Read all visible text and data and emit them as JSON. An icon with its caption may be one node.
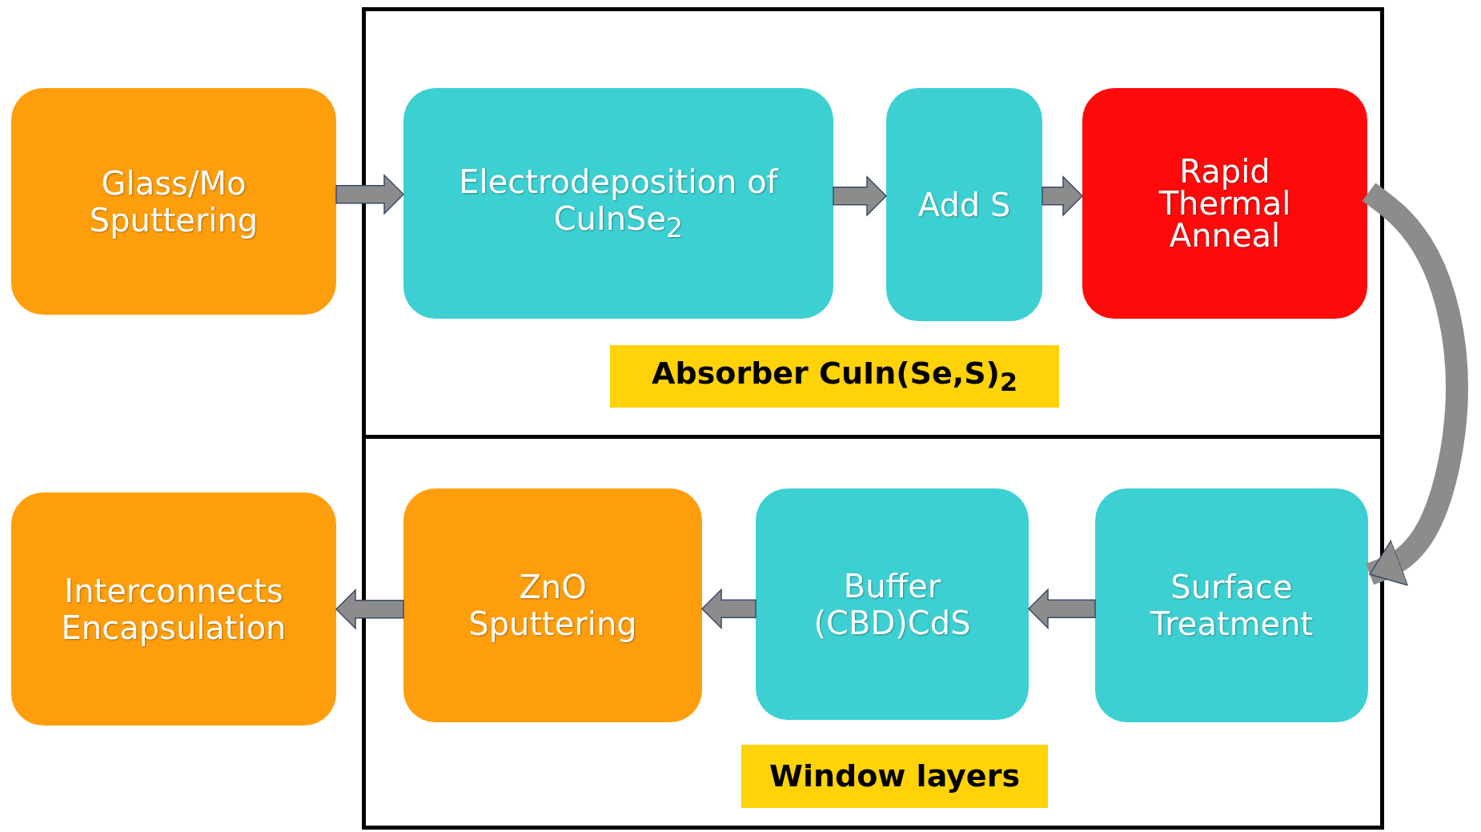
{
  "diagram": {
    "nodes": [
      {
        "text": [
          "Glass/Mo Sputtering"
        ]
      },
      {
        "text": [],
        "shape": "box"
      },
      {
        "text": [
          "Electrodeposition of CuInSe$_{2}$"
        ],
        "in": 1
      },
      {
        "text": [
          "Add S"
        ],
        "in": 1
      },
      {
        "text": [
          "Rapid Thermal Anneal"
        ],
        "in": 1
      },
      {
        "text": [
          "Absorber CuIn(Se,S)$_{2}$"
        ],
        "in": 1
      },
      {
        "text": [],
        "shape": "box"
      },
      {
        "text": [
          "Surface Treatment"
        ],
        "in": 6
      },
      {
        "text": [
          "Buffer (CBD)CdS"
        ],
        "in": 6
      },
      {
        "text": [
          "ZnO Sputtering"
        ],
        "in": 6
      },
      {
        "text": [
          "Window layers"
        ],
        "in": 6
      },
      {
        "text": [
          "Interconnects Encapsulation"
        ]
      }
    ],
    "edges": [
      {
        "from": 0,
        "to": 2,
        "arrow": "to"
      },
      {
        "from": 2,
        "to": 3,
        "arrow": "to"
      },
      {
        "from": 3,
        "to": 4,
        "arrow": "to"
      },
      {
        "from": 4,
        "to": 7,
        "arrow": "to"
      },
      {
        "from": 7,
        "to": 8,
        "arrow": "to"
      },
      {
        "from": 8,
        "to": 9,
        "arrow": "to"
      },
      {
        "from": 9,
        "to": 11,
        "arrow": "to"
      }
    ]
  }
}
